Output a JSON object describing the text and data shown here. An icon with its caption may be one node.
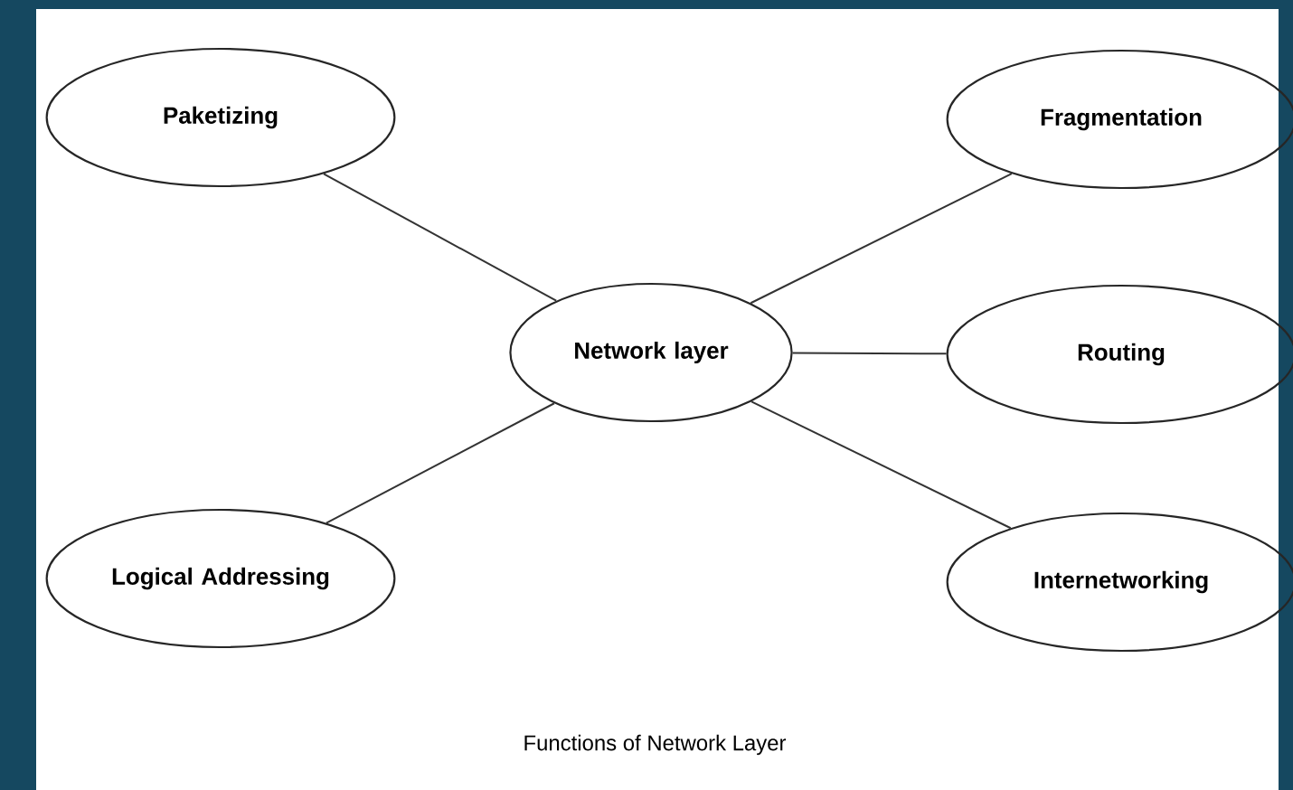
{
  "diagram": {
    "caption": "Functions of Network Layer",
    "nodes": [
      {
        "text": [
          "Paketizing"
        ]
      },
      {
        "text": [
          "Fragmentation"
        ]
      },
      {
        "text": [
          "Network layer"
        ]
      },
      {
        "text": [
          "Routing"
        ]
      },
      {
        "text": [
          "Logical Addressing"
        ]
      },
      {
        "text": [
          "Internetworking"
        ]
      }
    ],
    "edges": [
      {
        "from": 0,
        "to": 2,
        "arrow": "none"
      },
      {
        "from": 1,
        "to": 2,
        "arrow": "none"
      },
      {
        "from": 3,
        "to": 2,
        "arrow": "none"
      },
      {
        "from": 4,
        "to": 2,
        "arrow": "none"
      },
      {
        "from": 5,
        "to": 2,
        "arrow": "none"
      }
    ]
  }
}
